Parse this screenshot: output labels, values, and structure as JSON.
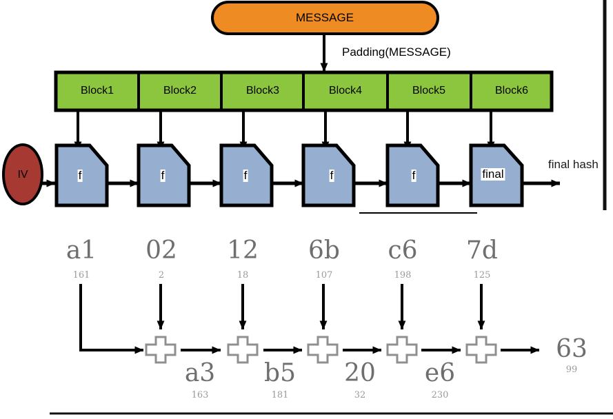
{
  "diagram": {
    "title_node": {
      "label": "MESSAGE",
      "color": "#EE8B22"
    },
    "padding_label": "Padding(MESSAGE)",
    "iv_node": {
      "label": "IV",
      "color": "#A63A33"
    },
    "final_hash_label": "final hash",
    "blocks": {
      "color": "#8CC63F",
      "items": [
        {
          "label": "Block1"
        },
        {
          "label": "Block2"
        },
        {
          "label": "Block3"
        },
        {
          "label": "Block4"
        },
        {
          "label": "Block5"
        },
        {
          "label": "Block6"
        }
      ]
    },
    "compression": {
      "color": "#96AFD0",
      "items": [
        {
          "label": "f"
        },
        {
          "label": "f"
        },
        {
          "label": "f"
        },
        {
          "label": "f"
        },
        {
          "label": "f"
        },
        {
          "label": "final"
        }
      ]
    }
  },
  "checksum_example": {
    "inputs": [
      {
        "hex": "a1",
        "dec": "161"
      },
      {
        "hex": "02",
        "dec": "2"
      },
      {
        "hex": "12",
        "dec": "18"
      },
      {
        "hex": "6b",
        "dec": "107"
      },
      {
        "hex": "c6",
        "dec": "198"
      },
      {
        "hex": "7d",
        "dec": "125"
      }
    ],
    "operator": "+",
    "intermediates": [
      {
        "hex": "a3",
        "dec": "163"
      },
      {
        "hex": "b5",
        "dec": "181"
      },
      {
        "hex": "20",
        "dec": "32"
      },
      {
        "hex": "e6",
        "dec": "230"
      }
    ],
    "result": {
      "hex": "63",
      "dec": "99"
    }
  }
}
